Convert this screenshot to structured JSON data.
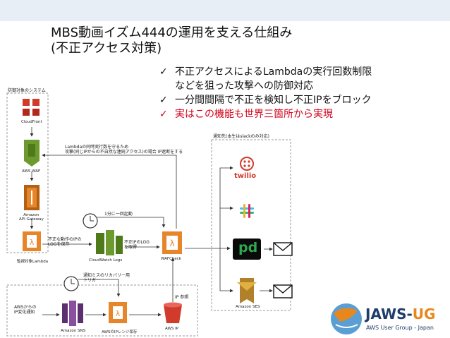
{
  "title": {
    "line1": "MBS動画イズム444の運用を支える仕組み",
    "line2": "(不正アクセス対策)"
  },
  "bullets": [
    {
      "check": "✓",
      "line1": "不正アクセスによるLambdaの実行回数制限",
      "line2": "などを狙った攻撃への防御対応"
    },
    {
      "check": "✓",
      "line1": "一分間間隔で不正を検知し不正IPをブロック"
    },
    {
      "check": "✓",
      "line1": "実はこの機能も世界三箇所から実現"
    }
  ],
  "diagram": {
    "protected_system_label": "防御対象のシステム",
    "cloudfront_label": "CloudFront",
    "waf_label": "AWS WAF",
    "apigw_label1": "Amazon",
    "apigw_label2": "API Gateway",
    "lambda_target_label": "監視対象Lambda",
    "annotation1_line1": "Lambdaの同時実行数を守るため",
    "annotation1_line2": "攻撃(同じIPからの不自然な連続アクセス)の場合 IP遮断をする",
    "notify_label": "通知先(本生はslackのみ対応)",
    "schedule_label": "1分に一回起動",
    "log_label_line1": "不正な動作のIPの",
    "log_label_line2": "LOGを保存",
    "cloudwatch_label": "CloudWatch Logs",
    "fetch_label_line1": "不正IPのLOG",
    "fetch_label_line2": "を取得",
    "wafcheck_label": "WAFCheck",
    "recover_line1": "通知ミスのリカバリー用",
    "recover_line2": "トリガー",
    "ip_ref_label": "IP 参照",
    "aws_ip_line1": "AWSからの",
    "aws_ip_line2": "IP変化通知",
    "sns_label": "Amazon SNS",
    "ip_range_label": "AWSのIPレンジ保存",
    "s3_label": "AWS IP",
    "twilio_label": "twilio",
    "pd_label": "pd",
    "ses_label": "Amazon SES"
  },
  "logo": {
    "main1": "JAWS-",
    "main2": "UG",
    "sub": "AWS User Group - Japan"
  },
  "colors": {
    "orange": "#e7852a",
    "dark_orange": "#b35f14",
    "red": "#d13b2c",
    "green": "#6c9a2e",
    "purple": "#8a4f9e",
    "pd_green": "#2fa84f",
    "check_red": "#d0021b",
    "logo_navy": "#1f3d6b",
    "logo_orange": "#e8871e"
  }
}
